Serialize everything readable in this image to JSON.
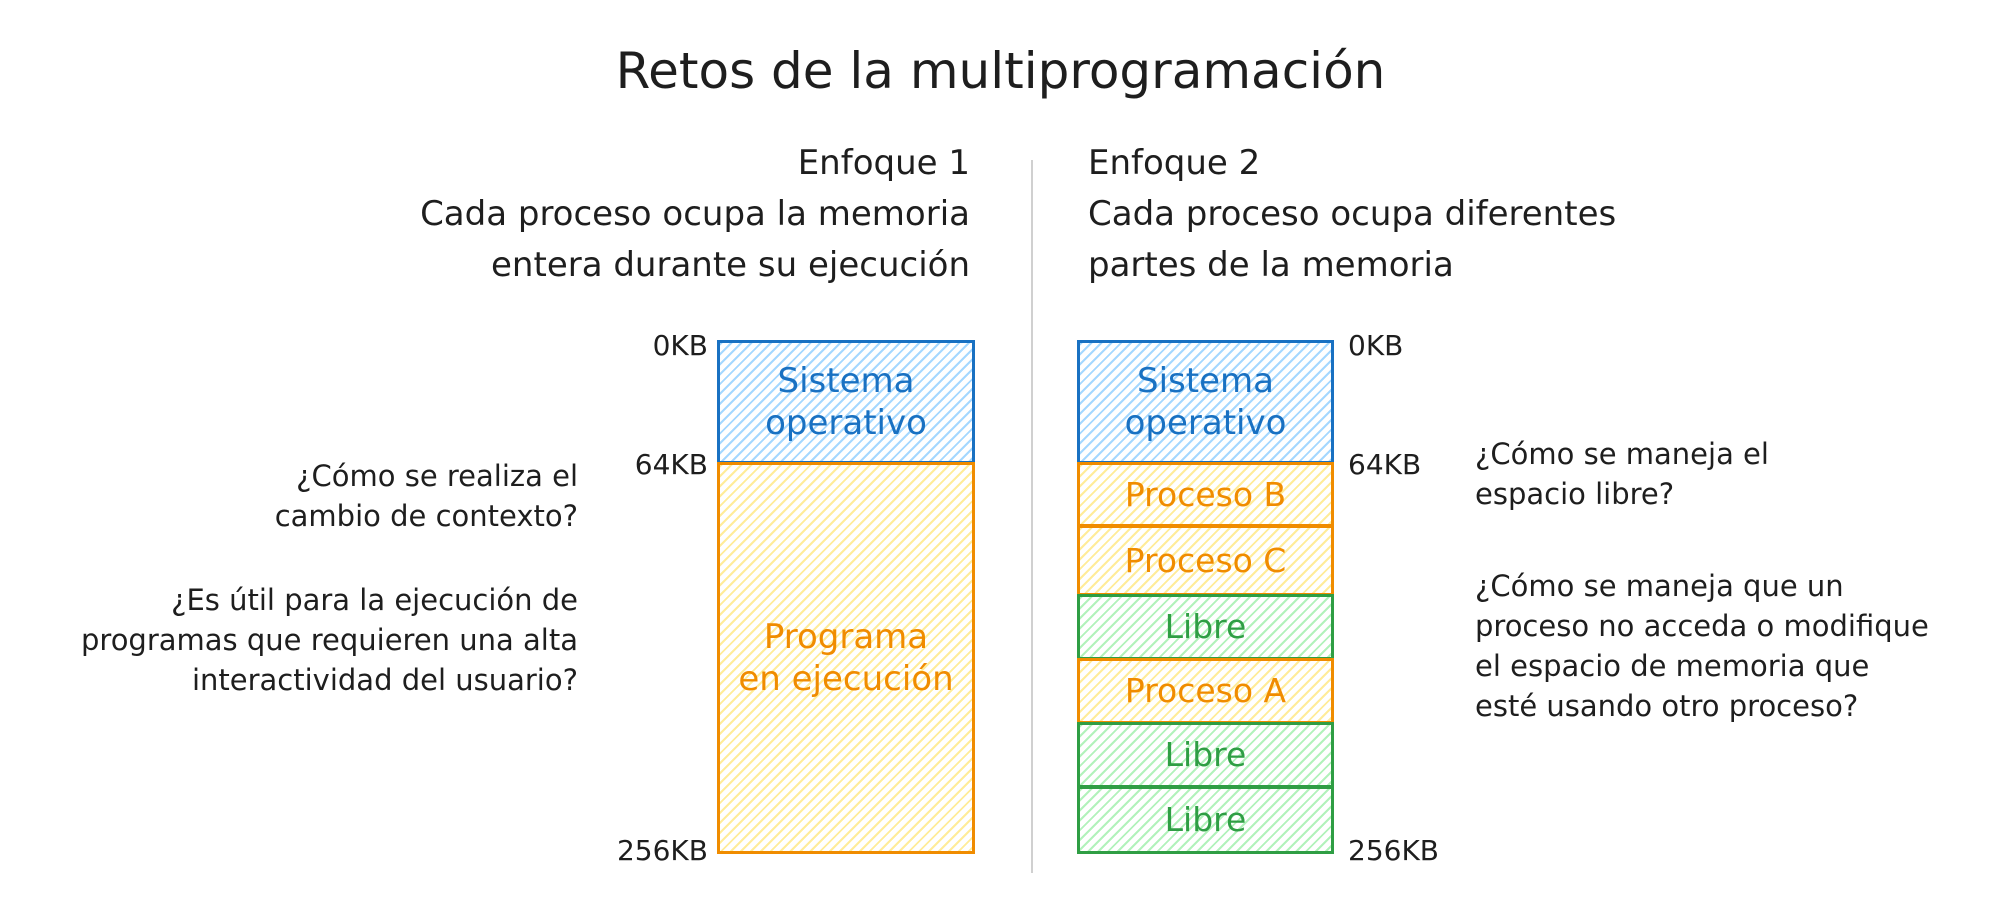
{
  "title": "Retos de la multiprogramación",
  "colors": {
    "blue": "#1971c2",
    "orange": "#f08c00",
    "green": "#2f9e44",
    "divider": "#d0d0d0"
  },
  "approach1": {
    "heading": "Enfoque 1",
    "desc_line1": "Cada proceso ocupa la memoria",
    "desc_line2": "entera durante su ejecución",
    "labels": {
      "start": "0KB",
      "os_end": "64KB",
      "end": "256KB"
    },
    "blocks": {
      "os": {
        "line1": "Sistema",
        "line2": "operativo"
      },
      "program": {
        "line1": "Programa",
        "line2": "en ejecución"
      }
    },
    "questions": {
      "q1_line1": "¿Cómo se realiza el",
      "q1_line2": "cambio de contexto?",
      "q2_line1": "¿Es útil para la ejecución de",
      "q2_line2": "programas que requieren una alta",
      "q2_line3": "interactividad del usuario?"
    }
  },
  "approach2": {
    "heading": "Enfoque 2",
    "desc_line1": "Cada proceso ocupa diferentes",
    "desc_line2": "partes de la memoria",
    "labels": {
      "start": "0KB",
      "os_end": "64KB",
      "end": "256KB"
    },
    "blocks": {
      "os": {
        "line1": "Sistema",
        "line2": "operativo"
      },
      "b": "Proceso B",
      "c": "Proceso C",
      "free1": "Libre",
      "a": "Proceso A",
      "free2": "Libre",
      "free3": "Libre"
    },
    "questions": {
      "q1_line1": "¿Cómo se maneja el",
      "q1_line2": "espacio libre?",
      "q2_line1": "¿Cómo se maneja que un",
      "q2_line2": "proceso no acceda o modifique",
      "q2_line3": "el espacio de memoria que",
      "q2_line4": "esté usando otro proceso?"
    }
  }
}
